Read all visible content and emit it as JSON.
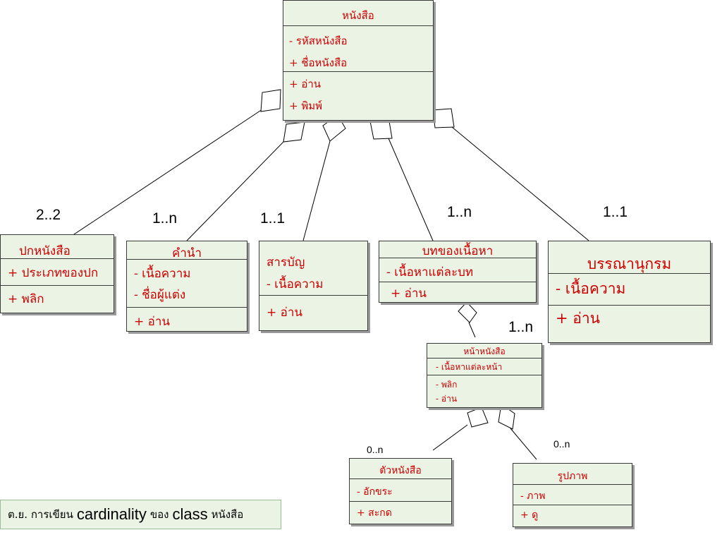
{
  "classes": {
    "book": {
      "name": "หนังสือ",
      "attributes": [
        "- รหัสหนังสือ",
        "+ ชื่อหนังสือ"
      ],
      "operations": [
        "+ อ่าน",
        "+ พิมพ์"
      ]
    },
    "cover": {
      "name": "ปกหนังสือ",
      "attributes": [
        "+ ประเภทของปก"
      ],
      "operations": [
        "+ พลิก"
      ]
    },
    "preface": {
      "name": "คำนำ",
      "attributes": [
        "- เนื้อความ",
        "- ชื่อผู้แต่ง"
      ],
      "operations": [
        "+ อ่าน"
      ]
    },
    "toc": {
      "name": "สารบัญ",
      "attributes": [
        "- เนื้อความ"
      ],
      "operations": [
        "+ อ่าน"
      ]
    },
    "chapter": {
      "name": "บทของเนื้อหา",
      "attributes": [
        "- เนื้อหาแต่ละบท"
      ],
      "operations": [
        "+ อ่าน"
      ]
    },
    "bibliography": {
      "name": "บรรณานุกรม",
      "attributes": [
        "- เนื้อความ"
      ],
      "operations": [
        "+ อ่าน"
      ]
    },
    "page": {
      "name": "หน้าหนังสือ",
      "attributes": [
        "- เนื้อหาแต่ละหน้า"
      ],
      "operations": [
        "- พลิก",
        "- อ่าน"
      ]
    },
    "letter": {
      "name": "ตัวหนังสือ",
      "attributes": [
        "- อักขระ"
      ],
      "operations": [
        "+ สะกด"
      ]
    },
    "picture": {
      "name": "รูปภาพ",
      "attributes": [
        "- ภาพ"
      ],
      "operations": [
        "+ ดู"
      ]
    }
  },
  "multiplicities": {
    "cover": "2..2",
    "preface": "1..n",
    "toc": "1..1",
    "chapter": "1..n",
    "bibliography": "1..1",
    "page": "1..n",
    "letter": "0..n",
    "picture": "0..n"
  },
  "caption": {
    "prefix": "ต.ย. การเขียน",
    "term1": "cardinality",
    "middle": "ของ",
    "term2": "class",
    "suffix": "หนังสือ"
  }
}
